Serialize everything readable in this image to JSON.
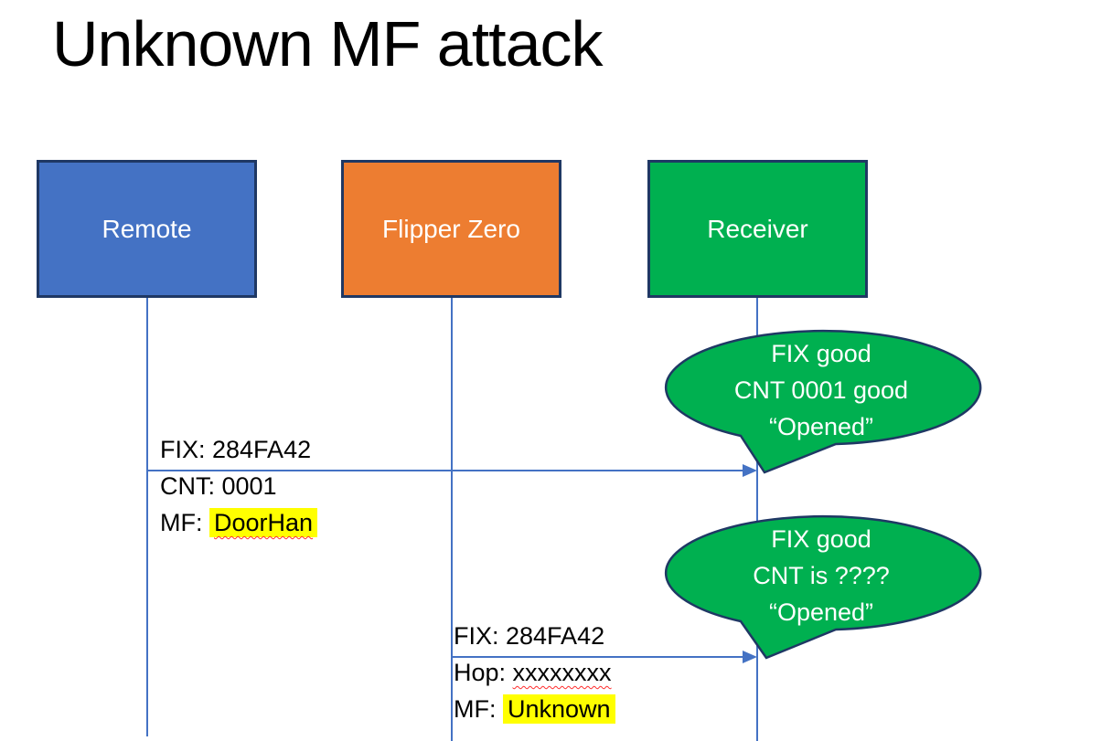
{
  "title": "Unknown MF attack",
  "colors": {
    "remote_fill": "#4472C4",
    "flipper_fill": "#ED7D31",
    "receiver_fill": "#00B050",
    "callout_fill": "#00B050",
    "shape_border": "#1F3864",
    "line_and_arrow_blue": "#4472C4",
    "highlight_yellow": "#FFFF00",
    "spellcheck_squiggle_red": "#FF2D2D",
    "label_text": "#000000",
    "box_text": "#FFFFFF"
  },
  "actors": [
    {
      "label": "Remote"
    },
    {
      "label": "Flipper Zero"
    },
    {
      "label": "Receiver"
    }
  ],
  "messages": [
    {
      "from": "Remote",
      "to": "Receiver",
      "line1": "FIX: 284FA42",
      "line2": "CNT: 0001",
      "line3_prefix": "MF: ",
      "line3_value": "DoorHan"
    },
    {
      "from": "Flipper Zero",
      "to": "Receiver",
      "line1": "FIX: 284FA42",
      "line2_prefix": "Hop: ",
      "line2_value": "xxxxxxxx",
      "line3_prefix": "MF: ",
      "line3_value": "Unknown"
    }
  ],
  "callouts": [
    {
      "line1": "FIX good",
      "line2": "CNT 0001 good",
      "line3": "“Opened”"
    },
    {
      "line1": "FIX good",
      "line2": "CNT is ????",
      "line3": "“Opened”"
    }
  ]
}
